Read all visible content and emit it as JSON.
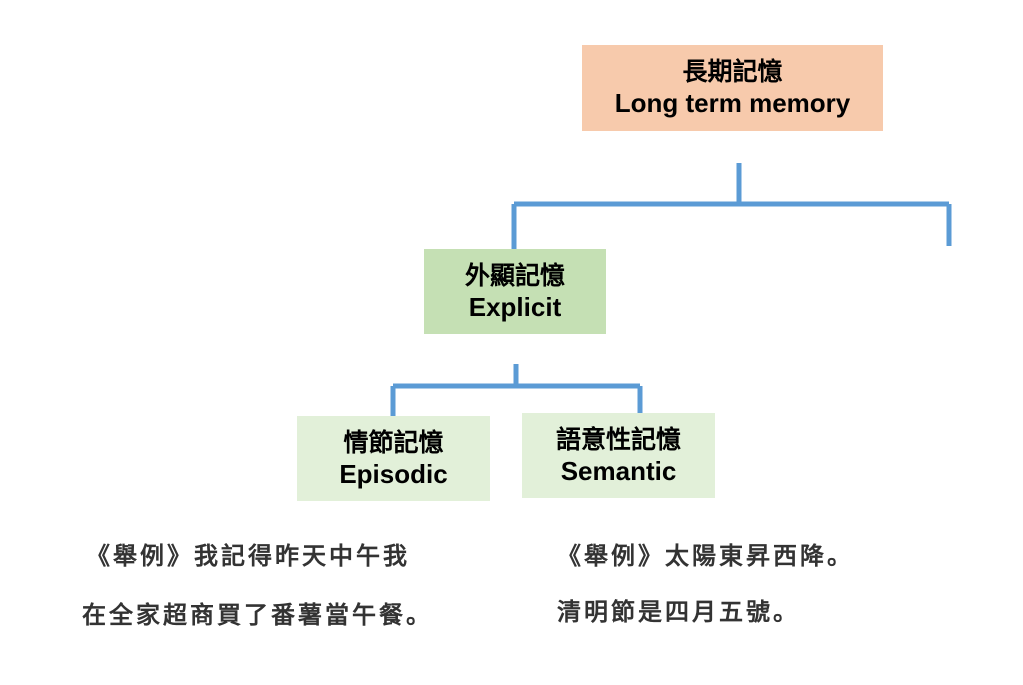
{
  "colors": {
    "connector": "#5b9bd5",
    "long_term_fill": "#f7caac",
    "explicit_fill": "#c5e0b4",
    "subnode_fill": "#e2f0d9",
    "example_text": "#333333"
  },
  "nodes": {
    "long_term": {
      "zh": "長期記憶",
      "en": "Long term memory"
    },
    "explicit": {
      "zh": "外顯記憶",
      "en": "Explicit"
    },
    "episodic": {
      "zh": "情節記憶",
      "en": "Episodic"
    },
    "semantic": {
      "zh": "語意性記憶",
      "en": "Semantic"
    }
  },
  "examples": {
    "episodic": [
      "《舉例》我記得昨天中午我",
      "在全家超商買了番薯當午餐。"
    ],
    "semantic": [
      "《舉例》太陽東昇西降。",
      "清明節是四月五號。"
    ]
  }
}
